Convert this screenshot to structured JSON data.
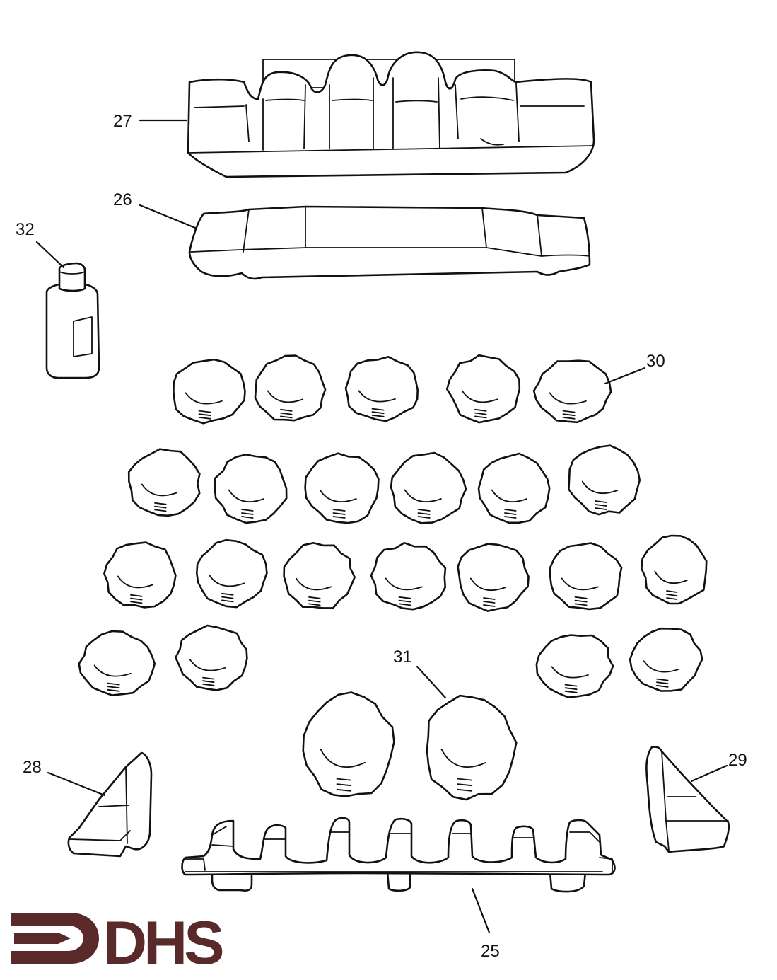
{
  "callouts": {
    "c25": "25",
    "c26": "26",
    "c27": "27",
    "c28": "28",
    "c29": "29",
    "c30": "30",
    "c31": "31",
    "c32": "32"
  },
  "logo": {
    "text": "DHS",
    "color": "#5a2a2a"
  },
  "icons": {
    "logo_mark": "dhs-arrow-mark-icon"
  }
}
